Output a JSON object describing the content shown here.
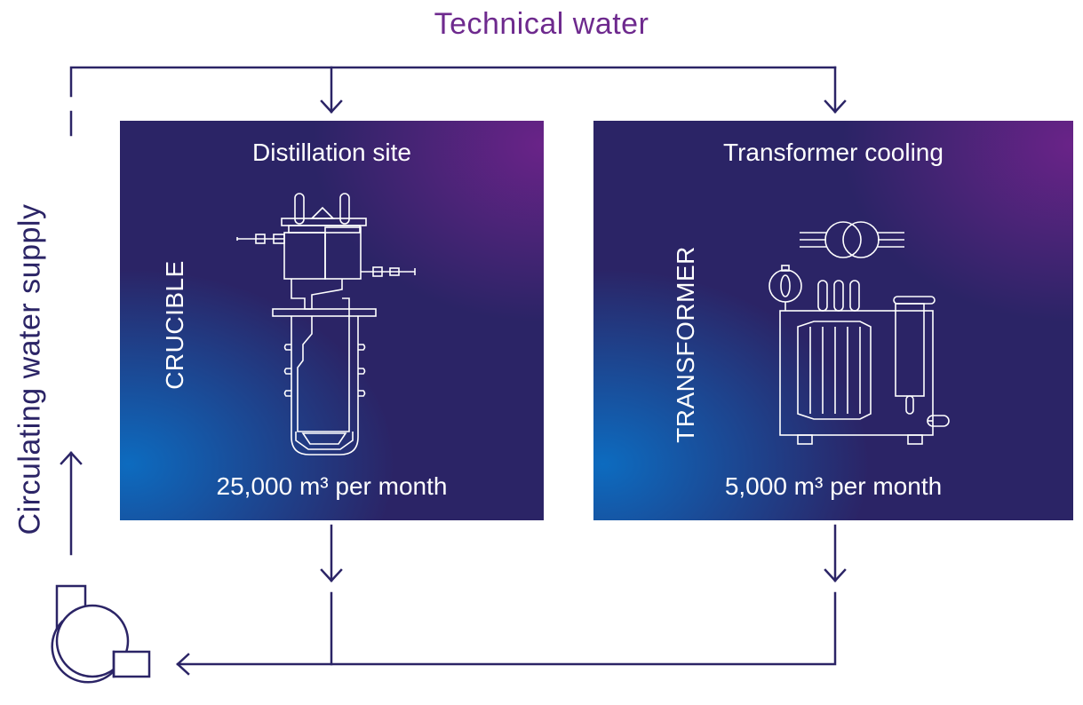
{
  "colors": {
    "accent_purple": "#6e2a8e",
    "line_navy": "#2b2466",
    "panel_blue": "#0b6fc4",
    "panel_purple": "#6d238a"
  },
  "header": {
    "title": "Technical water"
  },
  "side": {
    "label": "Circulating water supply"
  },
  "panels": [
    {
      "title": "Distillation site",
      "side_label": "CRUCIBLE",
      "amount": "25,000 m³ per month",
      "icon": "crucible-icon"
    },
    {
      "title": "Transformer cooling",
      "side_label": "TRANSFORMER",
      "amount": "5,000 m³ per month",
      "icon": "transformer-icon"
    }
  ],
  "pump": {
    "icon": "pump-icon"
  }
}
